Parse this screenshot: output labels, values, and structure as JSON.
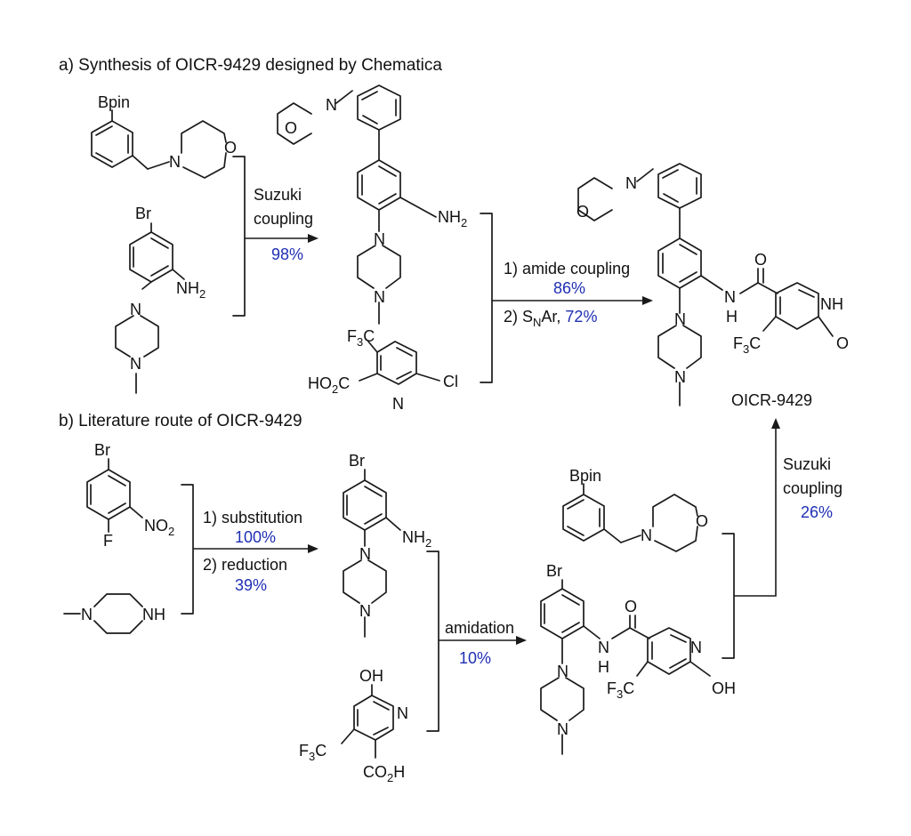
{
  "panel_a": {
    "title": "a) Synthesis of OICR-9429 designed by Chematica",
    "step1": {
      "line1": "Suzuki",
      "line2": "coupling",
      "yield": "98%"
    },
    "step2": {
      "line1": "1) amide coupling",
      "yield1": "86%",
      "line2_main": "2) S",
      "line2_sub": "N",
      "line2_tail": "Ar, ",
      "yield2": "72%"
    },
    "product": "OICR-9429"
  },
  "panel_b": {
    "title": "b) Literature route of OICR-9429",
    "step1": {
      "line1": "1) substitution",
      "yield1": "100%",
      "line2": "2) reduction",
      "yield2": "39%"
    },
    "step2": {
      "line1": "amidation",
      "yield": "10%"
    },
    "step3": {
      "line1": "Suzuki",
      "line2": "coupling",
      "yield": "26%"
    }
  },
  "atoms": {
    "bpin": "Bpin",
    "br": "Br",
    "n": "N",
    "o": "O",
    "f": "F",
    "nh": "NH",
    "h": "H",
    "nh2_main": "NH",
    "nh2_sub": "2",
    "no2_main": "NO",
    "no2_sub": "2",
    "f3c_main": "F",
    "f3c_sub": "3",
    "f3c_tail": "C",
    "ho2c_main": "HO",
    "ho2c_sub": "2",
    "ho2c_tail": "C",
    "co2h_main": "CO",
    "co2h_sub": "2",
    "co2h_tail": "H",
    "cl": "Cl",
    "oh": "OH"
  },
  "colors": {
    "yield": "#1f2fb4",
    "text": "#111111"
  }
}
